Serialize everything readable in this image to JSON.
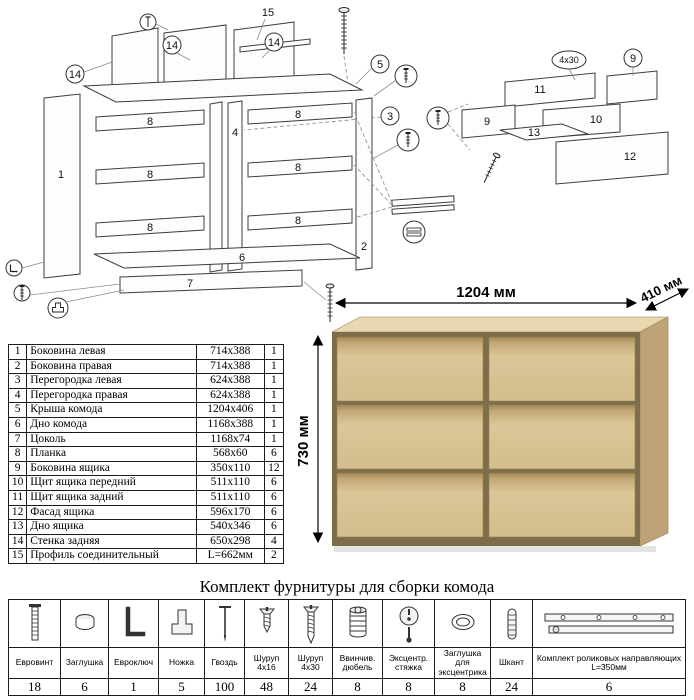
{
  "title": "Комплект фурнитуры для сборки комода",
  "dimensions": {
    "width": "1204 мм",
    "depth": "410 мм",
    "height": "730 мм"
  },
  "dresser": {
    "wood_front": "#d3bd8d",
    "wood_top": "#e8d8b2",
    "wood_side": "#bda377"
  },
  "diagram": {
    "nums": {
      "n1": "1",
      "n2": "2",
      "n3": "3",
      "n4": "4",
      "n5": "5",
      "n6": "6",
      "n7": "7",
      "n8": "8",
      "n9": "9",
      "n10": "10",
      "n11": "11",
      "n12": "12",
      "n13": "13",
      "n14": "14",
      "n15": "15"
    },
    "screw_label": "4х30"
  },
  "parts": {
    "rows": [
      {
        "n": "1",
        "name": "Боковина левая",
        "size": "714x388",
        "qty": "1"
      },
      {
        "n": "2",
        "name": "Боковина правая",
        "size": "714x388",
        "qty": "1"
      },
      {
        "n": "3",
        "name": "Перегородка левая",
        "size": "624x388",
        "qty": "1"
      },
      {
        "n": "4",
        "name": "Перегородка правая",
        "size": "624x388",
        "qty": "1"
      },
      {
        "n": "5",
        "name": "Крыша комода",
        "size": "1204x406",
        "qty": "1"
      },
      {
        "n": "6",
        "name": "Дно комода",
        "size": "1168x388",
        "qty": "1"
      },
      {
        "n": "7",
        "name": "Цоколь",
        "size": "1168x74",
        "qty": "1"
      },
      {
        "n": "8",
        "name": "Планка",
        "size": "568x60",
        "qty": "6"
      },
      {
        "n": "9",
        "name": "Боковина ящика",
        "size": "350x110",
        "qty": "12"
      },
      {
        "n": "10",
        "name": "Щит ящика передний",
        "size": "511x110",
        "qty": "6"
      },
      {
        "n": "11",
        "name": "Щит ящика задний",
        "size": "511x110",
        "qty": "6"
      },
      {
        "n": "12",
        "name": "Фасад ящика",
        "size": "596x170",
        "qty": "6"
      },
      {
        "n": "13",
        "name": "Дно ящика",
        "size": "540x346",
        "qty": "6"
      },
      {
        "n": "14",
        "name": "Стенка задняя",
        "size": "650x298",
        "qty": "4"
      },
      {
        "n": "15",
        "name": "Профиль соединительный",
        "size": "L=662мм",
        "qty": "2"
      }
    ]
  },
  "hardware": {
    "items": [
      {
        "name": "Евровинт",
        "qty": "18",
        "icon": "confirmat-screw-icon"
      },
      {
        "name": "Заглушка",
        "qty": "6",
        "icon": "plug-cap-icon"
      },
      {
        "name": "Евроключ",
        "qty": "1",
        "icon": "hex-key-icon"
      },
      {
        "name": "Ножка",
        "qty": "5",
        "icon": "foot-icon"
      },
      {
        "name": "Гвоздь",
        "qty": "100",
        "icon": "nail-icon"
      },
      {
        "name": "Шуруп 4х16",
        "qty": "48",
        "icon": "screw-short-icon"
      },
      {
        "name": "Шуруп 4х30",
        "qty": "24",
        "icon": "screw-long-icon"
      },
      {
        "name": "Ввинчив. дюбель",
        "qty": "8",
        "icon": "threaded-dowel-icon"
      },
      {
        "name": "Эксцентр. стяжка",
        "qty": "8",
        "icon": "cam-lock-icon"
      },
      {
        "name": "Заглушка для эксцентрика",
        "qty": "8",
        "icon": "cam-cap-icon"
      },
      {
        "name": "Шкант",
        "qty": "24",
        "icon": "wood-dowel-icon"
      },
      {
        "name": "Комплект роликовых направляющих L=350мм",
        "qty": "6",
        "icon": "drawer-slides-icon"
      }
    ]
  }
}
